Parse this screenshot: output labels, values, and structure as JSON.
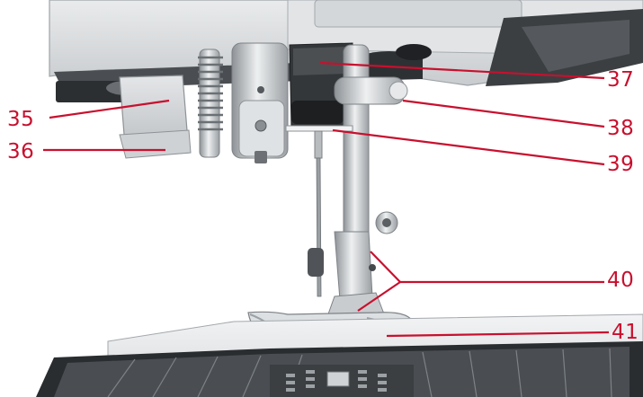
{
  "callouts": {
    "c35": "35",
    "c36": "36",
    "c37": "37",
    "c38": "38",
    "c39": "39",
    "c40": "40",
    "c41": "41"
  },
  "colors": {
    "callout": "#c8102e",
    "machine_body": "#d9dcde",
    "metal": "#c4c8cb",
    "shadow": "#3a3d40"
  }
}
